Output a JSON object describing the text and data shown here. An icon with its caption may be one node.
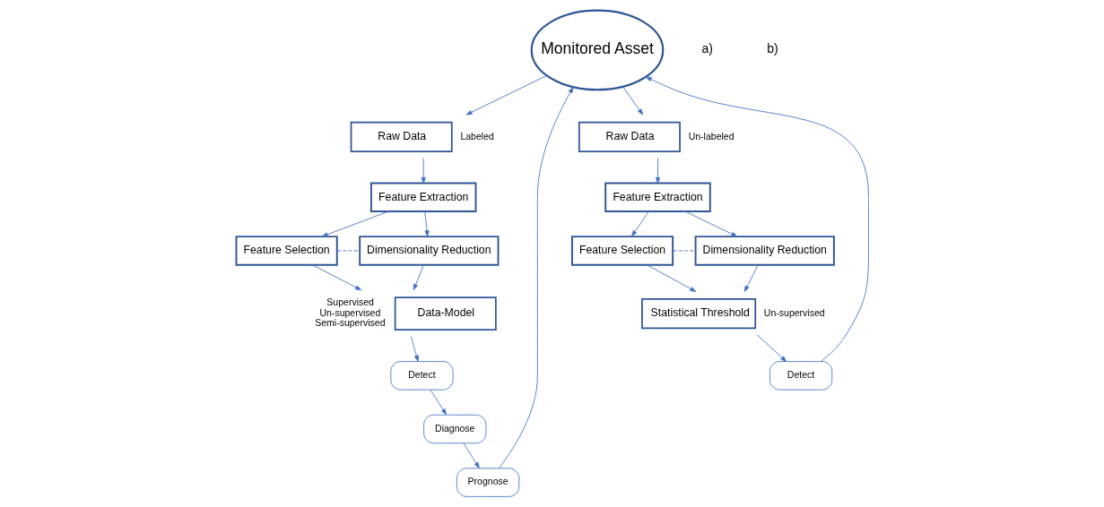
{
  "diagram": {
    "nodes": [
      {
        "text": [
          "Monitored Asset"
        ]
      },
      {
        "text": [
          "Raw Data"
        ],
        "beside": [
          "Labeled"
        ]
      },
      {
        "text": [
          "Feature Extraction"
        ]
      },
      {
        "text": [
          "Feature Selection"
        ]
      },
      {
        "text": [
          "Dimensionality Reduction"
        ]
      },
      {
        "text": [
          "Data-Model"
        ],
        "beside": [
          "Supervised",
          "Un-supervised",
          "Semi-supervised"
        ]
      },
      {
        "text": [
          "Detect"
        ]
      },
      {
        "text": [
          "Diagnose"
        ]
      },
      {
        "text": [
          "Prognose"
        ]
      },
      {
        "text": [
          "Raw Data"
        ],
        "beside": [
          "Un-labeled"
        ]
      },
      {
        "text": [
          "Feature Extraction"
        ]
      },
      {
        "text": [
          "Feature Selection"
        ]
      },
      {
        "text": [
          "Dimensionality Reduction"
        ]
      },
      {
        "text": [
          "Statistical Threshold"
        ],
        "beside": [
          "Un-supervised"
        ]
      },
      {
        "text": [
          "Detect"
        ]
      }
    ],
    "edges": [
      {
        "from": 0,
        "to": 1,
        "arrow": "to"
      },
      {
        "from": 1,
        "to": 2,
        "arrow": "to"
      },
      {
        "from": 2,
        "to": 3,
        "arrow": "to"
      },
      {
        "from": 2,
        "to": 4,
        "arrow": "to"
      },
      {
        "from": 3,
        "to": 4,
        "arrow": "none",
        "style": "dashed"
      },
      {
        "from": 3,
        "to": 5,
        "arrow": "to"
      },
      {
        "from": 4,
        "to": 5,
        "arrow": "to"
      },
      {
        "from": 5,
        "to": 6,
        "arrow": "to"
      },
      {
        "from": 6,
        "to": 7,
        "arrow": "to"
      },
      {
        "from": 7,
        "to": 8,
        "arrow": "to"
      },
      {
        "from": 8,
        "to": 0,
        "arrow": "to"
      },
      {
        "from": 0,
        "to": 9,
        "arrow": "to"
      },
      {
        "from": 9,
        "to": 10,
        "arrow": "to"
      },
      {
        "from": 10,
        "to": 11,
        "arrow": "to"
      },
      {
        "from": 10,
        "to": 12,
        "arrow": "to"
      },
      {
        "from": 11,
        "to": 12,
        "arrow": "none",
        "style": "dashed"
      },
      {
        "from": 11,
        "to": 13,
        "arrow": "to"
      },
      {
        "from": 12,
        "to": 13,
        "arrow": "to"
      },
      {
        "from": 13,
        "to": 14,
        "arrow": "to"
      },
      {
        "from": 14,
        "to": 0,
        "arrow": "to"
      }
    ],
    "labels": [
      "a)",
      "b)"
    ]
  }
}
